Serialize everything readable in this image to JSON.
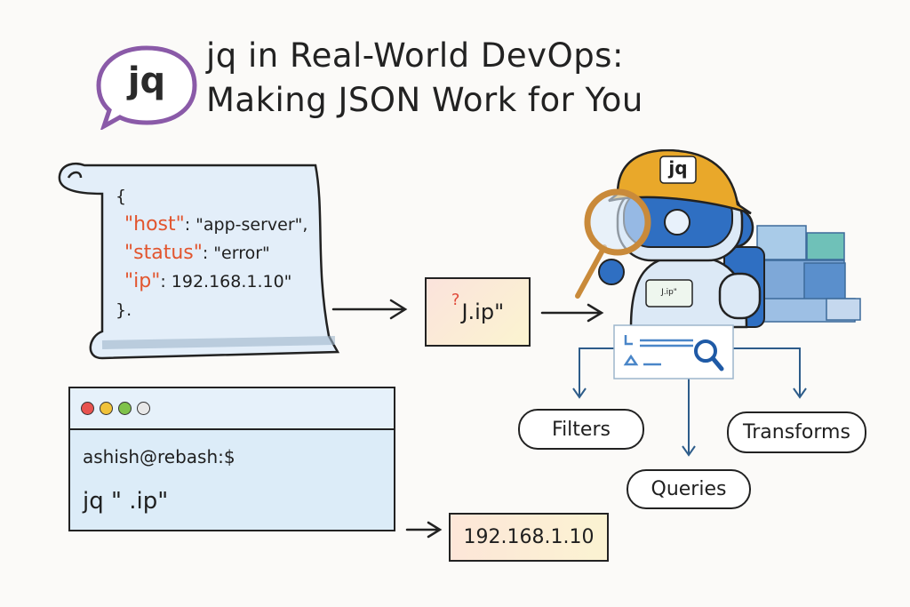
{
  "logo": {
    "text": "jq"
  },
  "title": {
    "line1": "jq in Real-World DevOps:",
    "line2": "Making JSON Work for You"
  },
  "json_doc": {
    "open": "{",
    "lines": [
      {
        "key": "\"host\"",
        "value": ": \"app-server\","
      },
      {
        "key": "\"status\"",
        "value": ": \"error\""
      },
      {
        "key": "\"ip\"",
        "value": ": 192.168.1.10\""
      }
    ],
    "close": "}."
  },
  "query": {
    "mark": "?",
    "text": "J.ip\""
  },
  "robot": {
    "hat_label": "jq",
    "badge": "J.ip\""
  },
  "outputs": {
    "filters": "Filters",
    "queries": "Queries",
    "transforms": "Transforms"
  },
  "terminal": {
    "prompt": "ashish@rebash:$",
    "command": "jq \" .ip\""
  },
  "result": {
    "value": "192.168.1.10"
  },
  "colors": {
    "key": "#e2552e",
    "robot_blue": "#2f6fc2",
    "hat": "#e9a82a",
    "logo_purple": "#8a5aa8"
  }
}
